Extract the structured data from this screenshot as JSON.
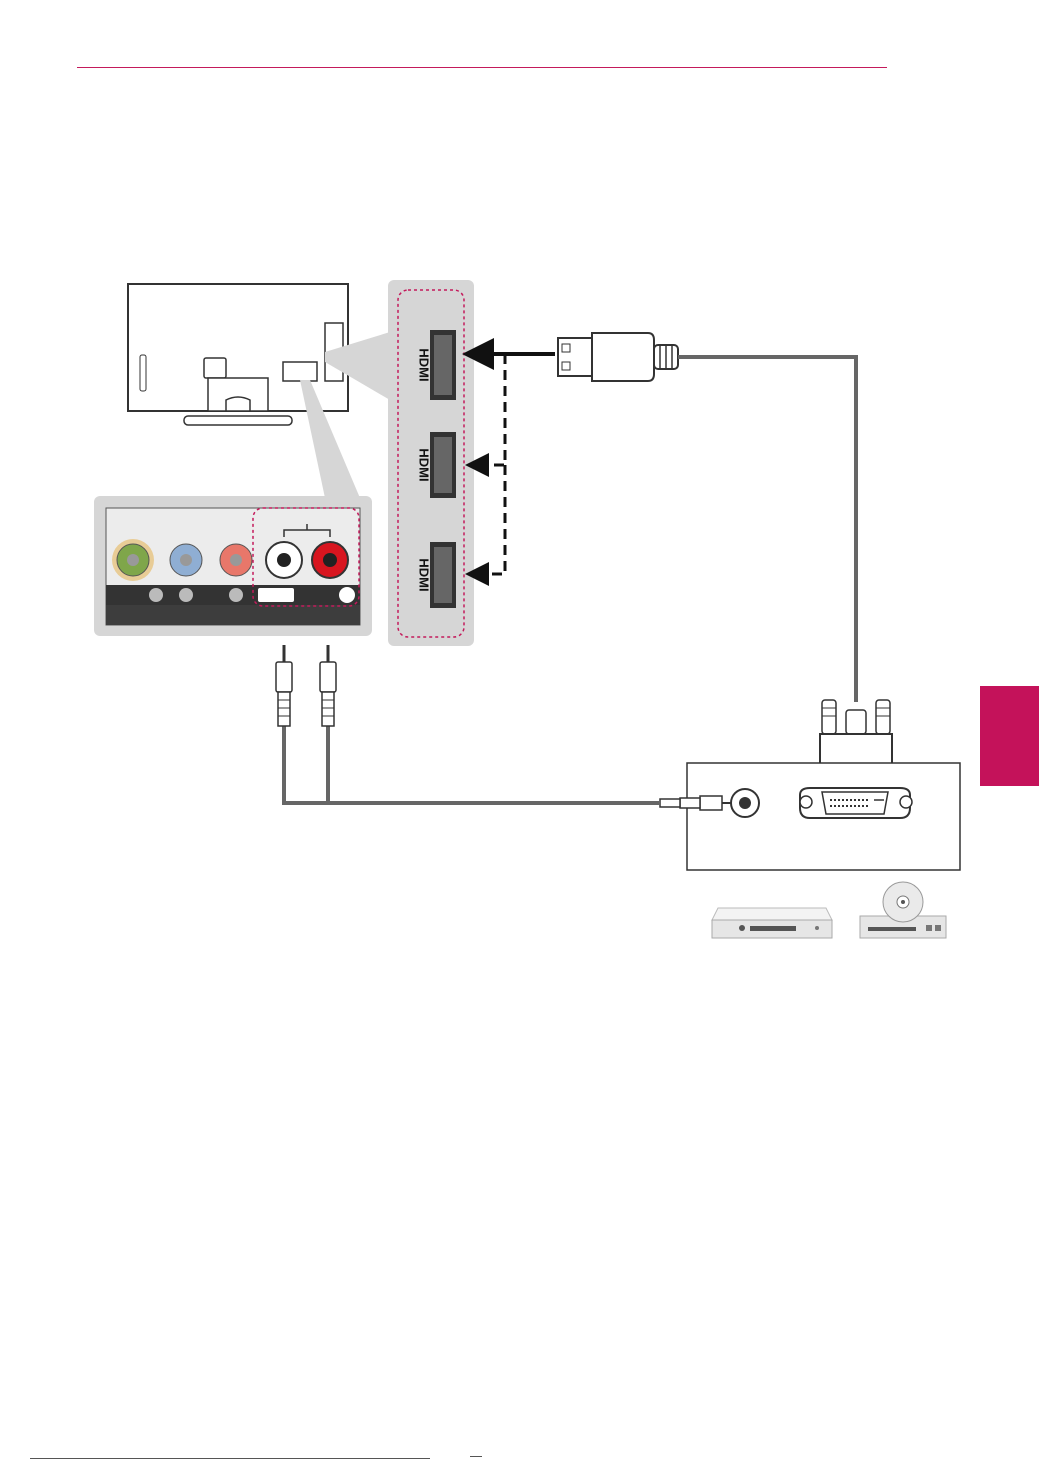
{
  "page": {
    "accent_color": "#c4125a",
    "rule_color": "#c41a5b"
  },
  "diagram": {
    "hdmi_ports": [
      {
        "label": "HDMI",
        "connection": "solid"
      },
      {
        "label": "HDMI",
        "connection": "dashed"
      },
      {
        "label": "HDMI",
        "connection": "dashed"
      }
    ],
    "av_panel_jacks": [
      "video-green",
      "pb-blue",
      "pr-red",
      "audio-white",
      "audio-red"
    ],
    "source_devices": [
      "dvd-recorder-icon",
      "dvd-player-icon"
    ],
    "cables": [
      "hdmi-to-dvi-cable",
      "stereo-to-rca-audio-cable"
    ]
  }
}
